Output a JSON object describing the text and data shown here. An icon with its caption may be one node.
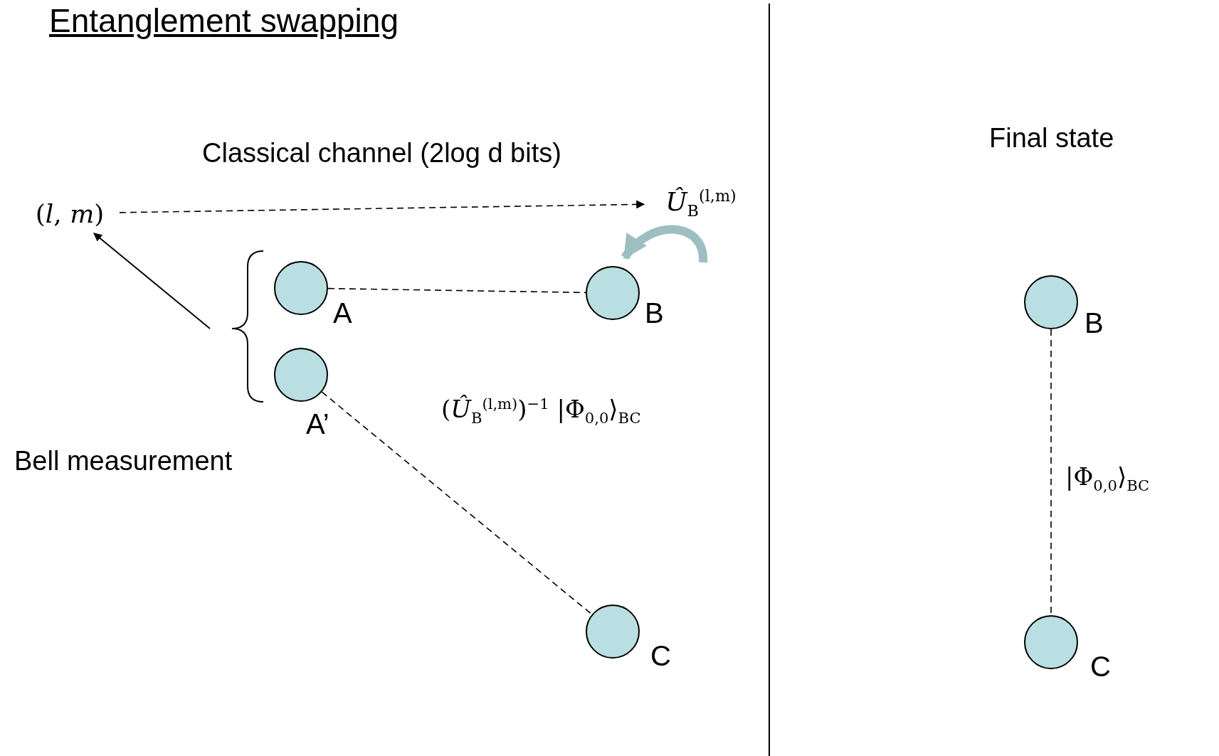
{
  "diagram": {
    "title": "Entanglement swapping",
    "nodes": [
      {
        "text": [
          "(*l*, *m*)"
        ]
      },
      {
        "text": [
          "*Û*$_{B}$$^{(l,m)}$"
        ]
      },
      {
        "text": [],
        "shape": "circle",
        "beside": [
          "A"
        ]
      },
      {
        "text": [],
        "shape": "circle",
        "beside": [
          "A’"
        ]
      },
      {
        "text": [],
        "shape": "circle",
        "beside": [
          "B"
        ]
      },
      {
        "text": [],
        "shape": "circle",
        "beside": [
          "C"
        ]
      },
      {
        "text": [],
        "shape": "circle",
        "beside": [
          "B"
        ]
      },
      {
        "text": [],
        "shape": "circle",
        "beside": [
          "C"
        ]
      }
    ],
    "edges": [
      {
        "from": 0,
        "to": 1,
        "arrow": "to",
        "style": "dashed",
        "label": "Classical channel (2log d  bits)"
      },
      {
        "from": null,
        "to": 4,
        "arrow": "to",
        "style": "thick",
        "color": "#9ebfc2"
      },
      {
        "from": 2,
        "to": 4,
        "arrow": "none",
        "style": "dashed"
      },
      {
        "from": 3,
        "to": 5,
        "arrow": "none",
        "style": "dashed"
      },
      {
        "from": null,
        "to": 0,
        "arrow": "to"
      },
      {
        "from": 6,
        "to": 7,
        "arrow": "none",
        "style": "dashed"
      }
    ],
    "labels": [
      "Bell measurement",
      "(*Û*$_{B}$$^{(l,m)}$)$^{−1}$ |Φ$_{0,0}$⟩$_{BC}$",
      "Final state",
      "|Φ$_{0,0}$⟩$_{BC}$"
    ]
  }
}
